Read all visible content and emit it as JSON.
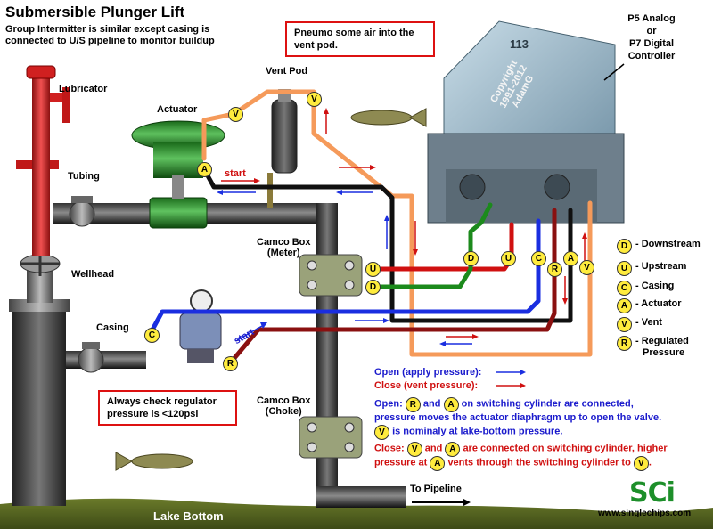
{
  "header": {
    "title": "Submersible Plunger Lift",
    "subtitle": "Group Intermitter is similar  except casing is connected to U/S pipeline to monitor buildup"
  },
  "notes": {
    "pneumo": "Pneumo some air into the vent pod.",
    "regulator": "Always check regulator pressure is <120psi"
  },
  "controller": {
    "label_line1": "P5 Analog",
    "label_line2": "or",
    "label_line3": "P7 Digital",
    "label_line4": "Controller",
    "box_number": "113",
    "watermark_line1": "Copyright",
    "watermark_line2": "1991-2012",
    "watermark_line3": "AdamG"
  },
  "labels": {
    "lubricator": "Lubricator",
    "tubing": "Tubing",
    "wellhead": "Wellhead",
    "casing": "Casing",
    "actuator": "Actuator",
    "vent_pod": "Vent Pod",
    "camco_meter_line1": "Camco Box",
    "camco_meter_line2": "(Meter)",
    "camco_choke_line1": "Camco Box",
    "camco_choke_line2": "(Choke)",
    "to_pipeline": "To Pipeline",
    "lake_bottom": "Lake Bottom",
    "start1": "start",
    "start2": "start"
  },
  "port_markers": {
    "D": "D",
    "U": "U",
    "C": "C",
    "A": "A",
    "V": "V",
    "R": "R"
  },
  "legend": [
    {
      "letter": "D",
      "text": "- Downstream"
    },
    {
      "letter": "U",
      "text": "- Upstream"
    },
    {
      "letter": "C",
      "text": "- Casing"
    },
    {
      "letter": "A",
      "text": "- Actuator"
    },
    {
      "letter": "V",
      "text": "- Vent"
    },
    {
      "letter": "R",
      "text": "- Regulated",
      "text2": "Pressure"
    }
  ],
  "explanation": {
    "open_apply": "Open (apply pressure):",
    "close_vent": "Close  (vent pressure):",
    "open_label": "Open:",
    "open_and": "and",
    "open_rest1": "on switching cylinder are connected,",
    "open_line2": "pressure moves the actuator diaphragm up to open the valve.",
    "open_line3": "is nominaly at lake-bottom pressure.",
    "close_label": "Close:",
    "close_and": "and",
    "close_rest1": "are connected on switching cylinder, higher",
    "close_line2a": "pressure at",
    "close_line2b": "vents through the switching cylinder to",
    "close_line2c": "."
  },
  "branding": {
    "logo": "SCi",
    "website": "www.singlechips.com"
  },
  "colors": {
    "blue_line": "#1a2ee0",
    "red_line": "#c81818",
    "green_line": "#1c8a1c",
    "orange_line": "#f59a5a",
    "black_line": "#101010",
    "dark_red_line": "#8a1010",
    "marker": "#ffec3d"
  }
}
